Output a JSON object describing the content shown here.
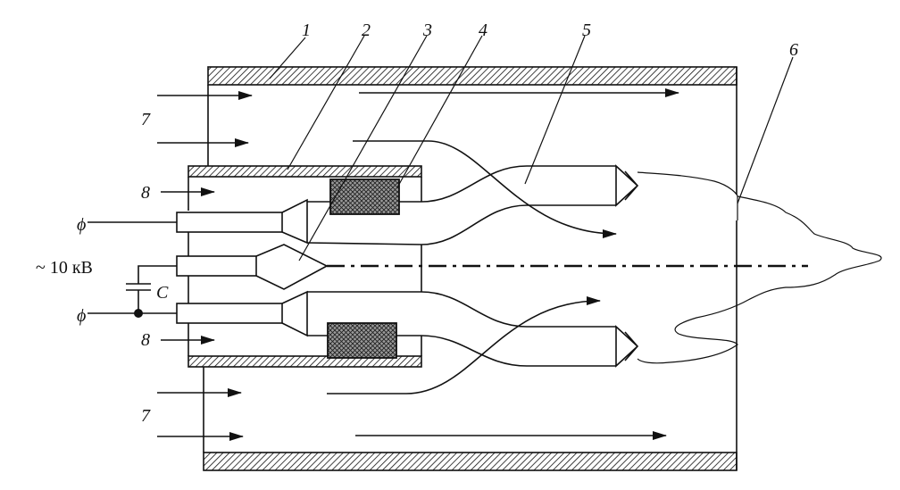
{
  "labels": {
    "l1": "1",
    "l2": "2",
    "l3": "3",
    "l4": "4",
    "l5": "5",
    "l6": "6",
    "l7_top": "7",
    "l7_bottom": "7",
    "l8_top": "8",
    "l8_bottom": "8",
    "capacitor": "C",
    "voltage": "~ 10 кВ",
    "phase_top": "ϕ",
    "phase_bottom": "ϕ"
  }
}
